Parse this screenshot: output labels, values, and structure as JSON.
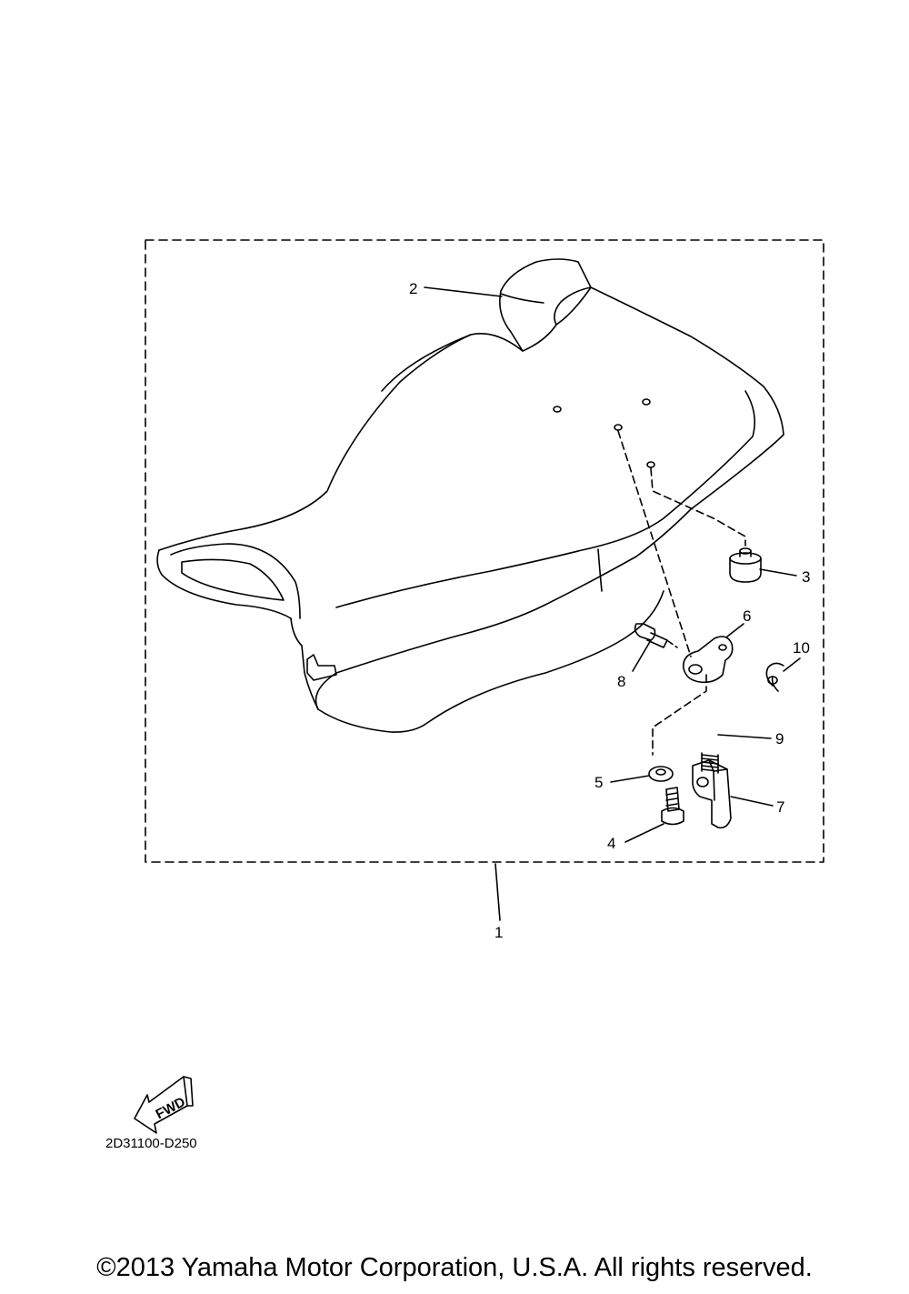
{
  "diagram": {
    "part_code": "2D31100-D250",
    "fwd_label": "FWD",
    "callouts": {
      "c1": "1",
      "c2": "2",
      "c3": "3",
      "c4": "4",
      "c5": "5",
      "c6": "6",
      "c7": "7",
      "c8": "8",
      "c9": "9",
      "c10": "10"
    }
  },
  "footer": {
    "copyright": "©2013 Yamaha Motor Corporation, U.S.A. All rights reserved."
  }
}
